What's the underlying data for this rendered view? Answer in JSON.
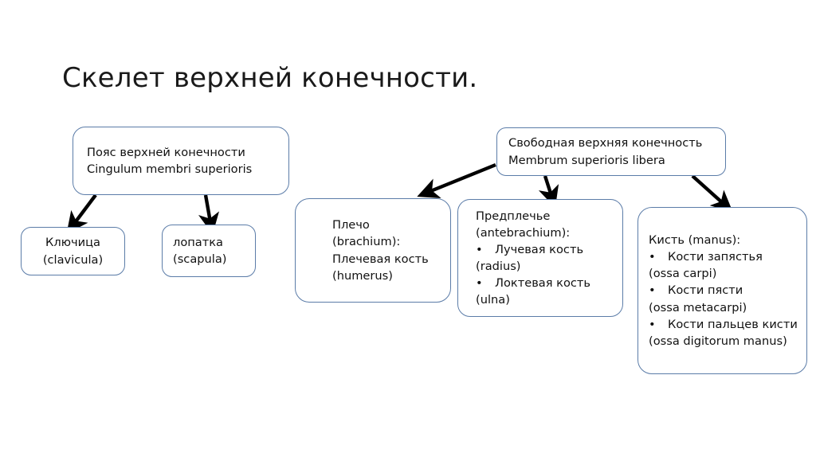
{
  "title": "Скелет верхней конечности.",
  "colors": {
    "node_border": "#5b7ca8",
    "node_fill": "#ffffff",
    "arrow": "#000000",
    "text": "#111111",
    "title_text": "#1a1a1a"
  },
  "nodes": {
    "belt": {
      "line1": "Пояс верхней конечности",
      "line2": "Cingulum membri superioris"
    },
    "free_limb": {
      "line1": "Свободная верхняя конечность",
      "line2": "Membrum superioris libera"
    },
    "clavicle": {
      "line1": "Ключица",
      "line2": "(clavicula)"
    },
    "scapula": {
      "line1": "лопатка",
      "line2": "(scapula)"
    },
    "brachium": {
      "line1": "Плечо",
      "line2": "(brachium):",
      "line3": "Плечевая кость",
      "line4": "(humerus)"
    },
    "antebrachium": {
      "line1": "Предплечье",
      "line2": "(antebrachium):",
      "bullet": "•",
      "line3": "Лучевая кость",
      "line4": "(radius)",
      "line5": "Локтевая кость",
      "line6": "(ulna)"
    },
    "manus": {
      "line1": "Кисть (manus):",
      "bullet": "•",
      "line2": "Кости запястья",
      "line3": "(ossa carpi)",
      "line4": "Кости пясти",
      "line5": "(ossa metacarpi)",
      "line6": "Кости пальцев кисти",
      "line7": "(ossa digitorum manus)"
    }
  },
  "connectors": [
    {
      "name": "belt-to-clavicle",
      "from": "belt",
      "to": "clavicle"
    },
    {
      "name": "belt-to-scapula",
      "from": "belt",
      "to": "scapula"
    },
    {
      "name": "free-limb-to-brachium",
      "from": "free_limb",
      "to": "brachium"
    },
    {
      "name": "free-limb-to-antebrachium",
      "from": "free_limb",
      "to": "antebrachium"
    },
    {
      "name": "free-limb-to-manus",
      "from": "free_limb",
      "to": "manus"
    }
  ]
}
